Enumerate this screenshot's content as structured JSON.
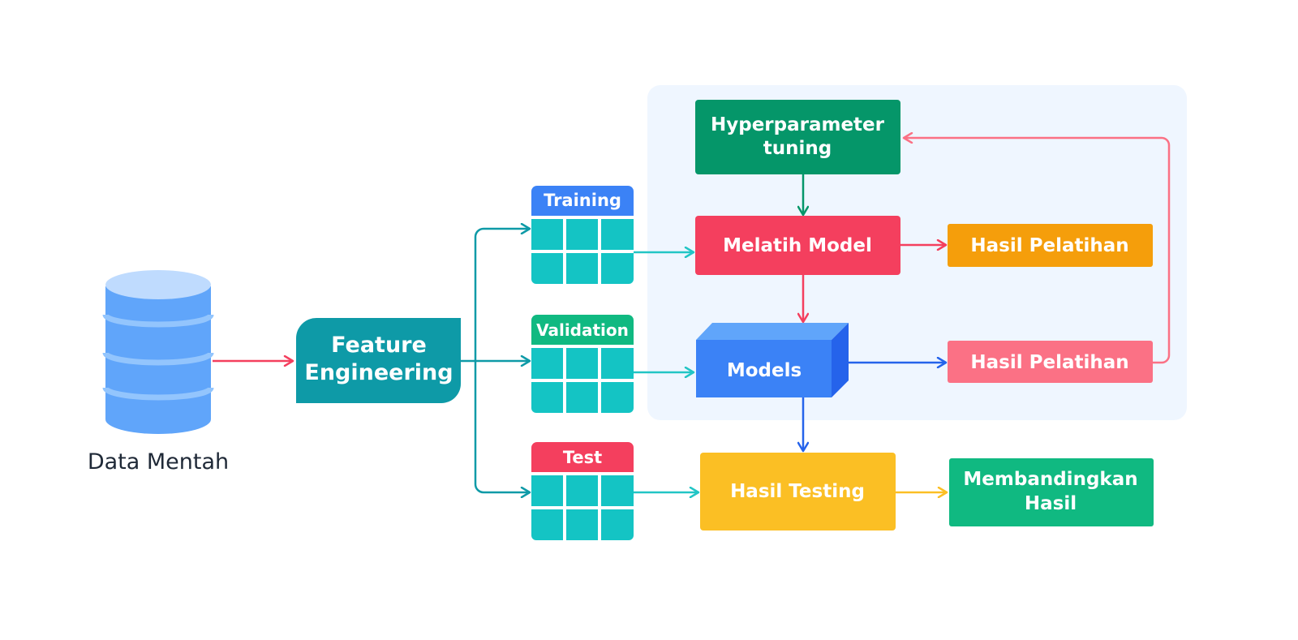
{
  "nodes": {
    "database_label": "Data Mentah",
    "feature_engineering": {
      "line1": "Feature",
      "line2": "Engineering"
    },
    "training": "Training",
    "validation": "Validation",
    "test": "Test",
    "hyperparameter": {
      "line1": "Hyperparameter",
      "line2": "tuning"
    },
    "melatih_model": "Melatih Model",
    "hasil_pelatihan_1": "Hasil Pelatihan",
    "models": "Models",
    "hasil_pelatihan_2": "Hasil Pelatihan",
    "hasil_testing": "Hasil Testing",
    "membandingkan": {
      "line1": "Membandingkan",
      "line2": "Hasil"
    }
  },
  "colors": {
    "database_body": "#60a5fa",
    "database_top": "#bfdbfe",
    "feature_engineering": "#0e9aa7",
    "dataset_grid": "#14c4c4",
    "training_header": "#3b82f6",
    "validation_header": "#10b981",
    "test_header": "#f43f5e",
    "hyperparameter": "#059669",
    "melatih_model": "#f43f5e",
    "hasil_pelatihan_1": "#f59e0b",
    "models_front": "#3b82f6",
    "models_top": "#60a5fa",
    "models_side": "#2563eb",
    "hasil_pelatihan_2": "#fb7185",
    "hasil_testing": "#fbbf24",
    "membandingkan": "#10b981",
    "panel": "#eff6ff",
    "arrow_red": "#f43f5e",
    "arrow_teal": "#0e9aa7",
    "arrow_cyan": "#22c5c5",
    "arrow_green": "#059669",
    "arrow_blue": "#2563eb",
    "arrow_yellow": "#fbbf24",
    "arrow_pink": "#fb7185"
  }
}
